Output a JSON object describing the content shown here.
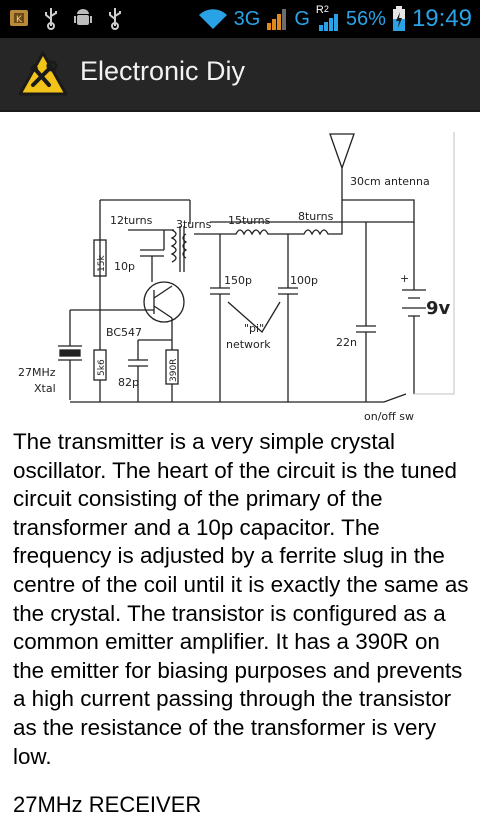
{
  "status_bar": {
    "network_3g": "3G",
    "network_g": "G",
    "roaming": "R",
    "roaming_sub": "2",
    "battery_percent": "56%",
    "time": "19:49"
  },
  "action_bar": {
    "title": "Electronic Diy"
  },
  "schematic": {
    "labels": {
      "antenna": "30cm antenna",
      "t12": "12turns",
      "t3": "3turns",
      "t15": "15turns",
      "t8": "8turns",
      "r15k": "15k",
      "c10p": "10p",
      "c150p": "150p",
      "c100p": "100p",
      "pi1": "\"pi\"",
      "pi2": "network",
      "transistor": "BC547",
      "c22n": "22n",
      "battery": "9v",
      "plus": "+",
      "xtal1": "27MHz",
      "xtal2": "Xtal",
      "r5k6": "5k6",
      "c82p": "82p",
      "r390": "390R",
      "switch": "on/off sw"
    }
  },
  "article": {
    "body": "The transmitter is a very simple crystal oscillator. The heart of the circuit is the tuned circuit consisting of the primary of the transformer and a 10p capacitor. The frequency is adjusted by a ferrite slug in the centre of the coil until it is exactly the same as the crystal. The transistor is configured as a common emitter amplifier. It has a 390R on the emitter for biasing purposes and prevents a high current passing through the transistor as the resistance of the transformer is very low.",
    "next_heading": "27MHz RECEIVER"
  }
}
